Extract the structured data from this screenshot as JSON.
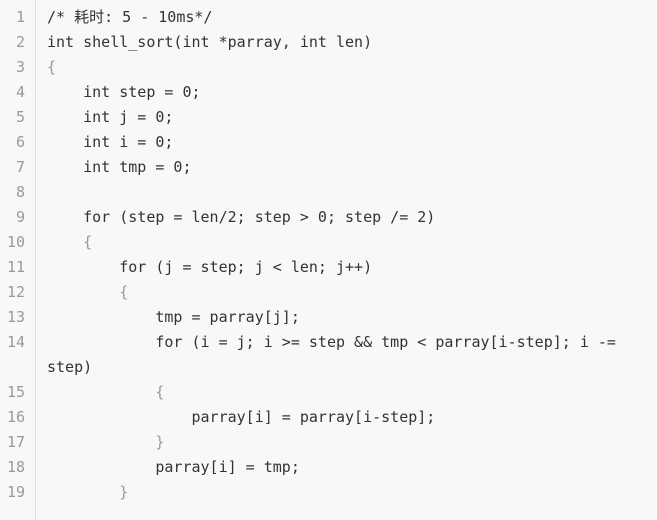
{
  "editor": {
    "lines": [
      {
        "num": "1",
        "text": "/* 耗时: 5 - 10ms*/"
      },
      {
        "num": "2",
        "text": "int shell_sort(int *parray, int len)"
      },
      {
        "num": "3",
        "text": "{"
      },
      {
        "num": "4",
        "text": "    int step = 0;"
      },
      {
        "num": "5",
        "text": "    int j = 0;"
      },
      {
        "num": "6",
        "text": "    int i = 0;"
      },
      {
        "num": "7",
        "text": "    int tmp = 0;"
      },
      {
        "num": "8",
        "text": ""
      },
      {
        "num": "9",
        "text": "    for (step = len/2; step > 0; step /= 2)"
      },
      {
        "num": "10",
        "text": "    {"
      },
      {
        "num": "11",
        "text": "        for (j = step; j < len; j++)"
      },
      {
        "num": "12",
        "text": "        {"
      },
      {
        "num": "13",
        "text": "            tmp = parray[j];"
      },
      {
        "num": "14",
        "text": "            for (i = j; i >= step && tmp < parray[i-step]; i -="
      },
      {
        "num": "",
        "text": "step)"
      },
      {
        "num": "15",
        "text": "            {"
      },
      {
        "num": "16",
        "text": "                parray[i] = parray[i-step];"
      },
      {
        "num": "17",
        "text": "            }"
      },
      {
        "num": "18",
        "text": "            parray[i] = tmp;"
      },
      {
        "num": "19",
        "text": "        }"
      }
    ]
  }
}
